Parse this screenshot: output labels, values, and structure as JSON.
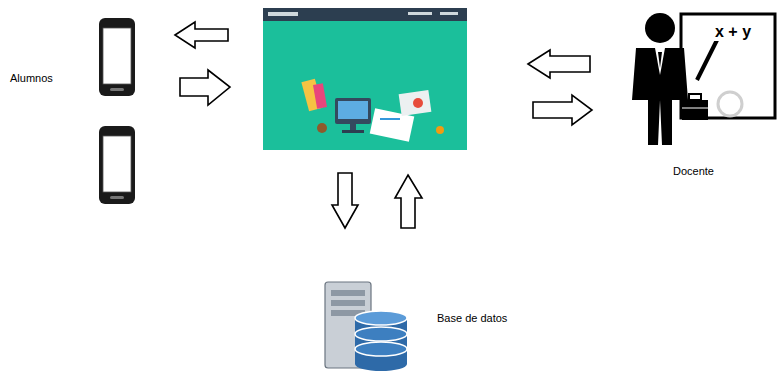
{
  "diagram": {
    "labels": [
      "Alumnos",
      "x + y",
      "Docente",
      "Base de datos"
    ]
  }
}
